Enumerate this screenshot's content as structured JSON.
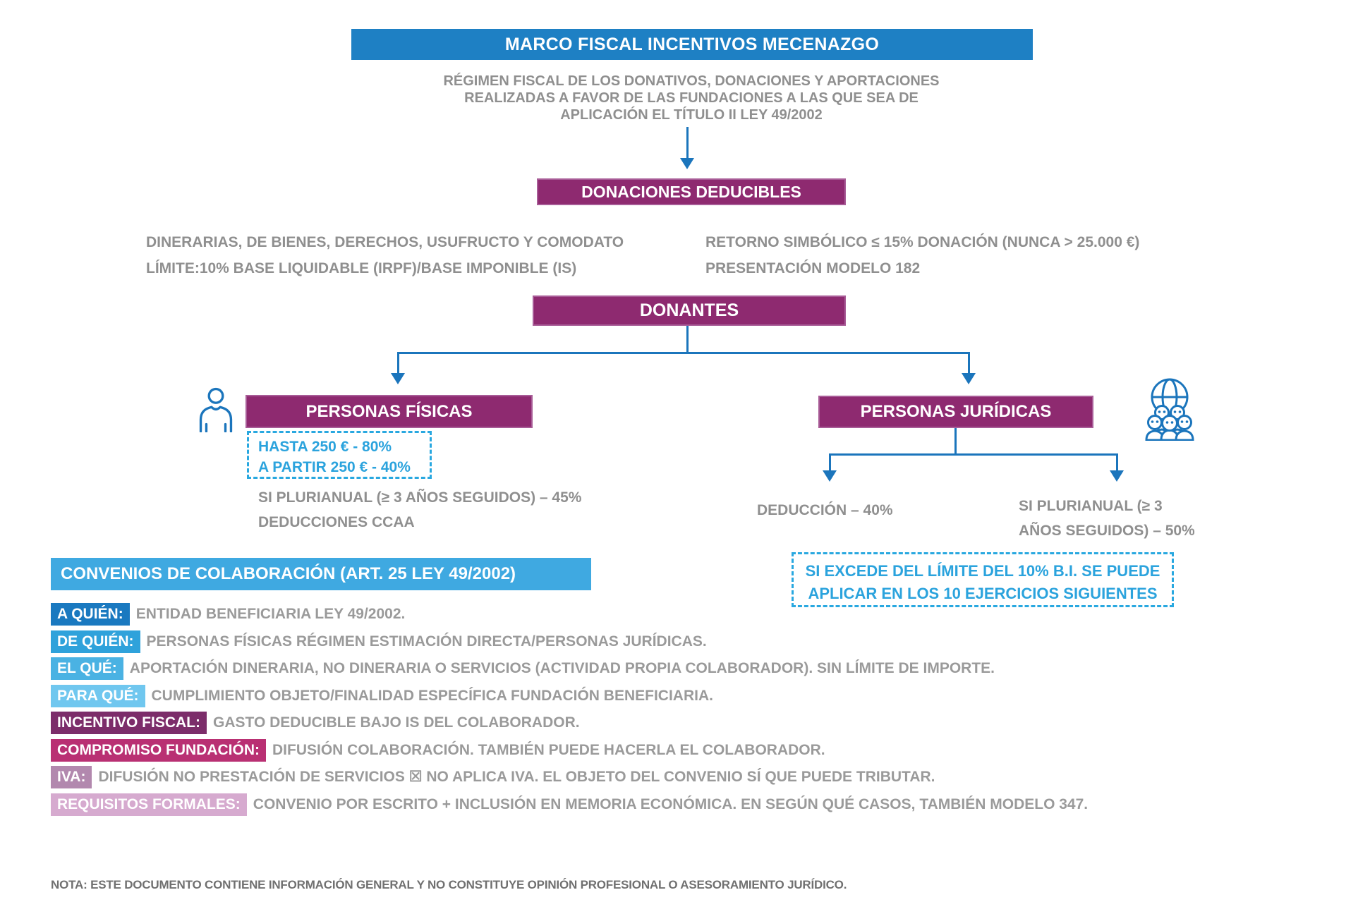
{
  "colors": {
    "brand_blue": "#1e80c4",
    "line_blue": "#1b75bc",
    "light_blue_header": "#3fa9e1",
    "dashed_blue": "#29a8e0",
    "purple_box": "#8e2a70",
    "gray_text": "#8f8f8f"
  },
  "header": {
    "title": "MARCO FISCAL INCENTIVOS MECENAZGO",
    "subtitle_line1": "RÉGIMEN FISCAL DE LOS DONATIVOS, DONACIONES Y APORTACIONES",
    "subtitle_line2": "REALIZADAS A FAVOR DE LAS FUNDACIONES A LAS QUE SEA DE",
    "subtitle_line3": "APLICACIÓN EL TÍTULO II LEY 49/2002"
  },
  "donaciones": {
    "box_label": "DONACIONES DEDUCIBLES",
    "left_line1": "DINERARIAS, DE BIENES, DERECHOS, USUFRUCTO Y COMODATO",
    "left_line2": "LÍMITE:10% BASE LIQUIDABLE (IRPF)/BASE IMPONIBLE (IS)",
    "right_line1": "RETORNO SIMBÓLICO ≤ 15% DONACIÓN (NUNCA > 25.000 €)",
    "right_line2": "PRESENTACIÓN MODELO 182"
  },
  "donantes": {
    "box_label": "DONANTES"
  },
  "personas_fisicas": {
    "box_label": "PERSONAS FÍSICAS",
    "icon": "person-icon",
    "dashed_line1": "HASTA 250 € - 80%",
    "dashed_line2": "A PARTIR 250 € - 40%",
    "extra_line1": "SI PLURIANUAL (≥ 3 AÑOS SEGUIDOS) – 45%",
    "extra_line2": "DEDUCCIONES CCAA"
  },
  "personas_juridicas": {
    "box_label": "PERSONAS JURÍDICAS",
    "icon": "organization-icon",
    "branch_left": "DEDUCCIÓN – 40%",
    "branch_right_line1": "SI PLURIANUAL (≥ 3",
    "branch_right_line2": "AÑOS SEGUIDOS) – 50%",
    "dashed_line1": "SI EXCEDE DEL LÍMITE DEL 10% B.I. SE PUEDE",
    "dashed_line2": "APLICAR EN LOS 10 EJERCICIOS SIGUIENTES"
  },
  "convenios": {
    "header": "CONVENIOS DE COLABORACIÓN (ART. 25 LEY 49/2002)",
    "rows": [
      {
        "label": "A QUIÉN:",
        "text": "ENTIDAD BENEFICIARIA LEY 49/2002.",
        "label_color": "#1a79c0"
      },
      {
        "label": "DE QUIÉN:",
        "text": "PERSONAS FÍSICAS RÉGIMEN ESTIMACIÓN DIRECTA/PERSONAS JURÍDICAS.",
        "label_color": "#2fa2db"
      },
      {
        "label": "EL QUÉ:",
        "text": "APORTACIÓN DINERARIA, NO DINERARIA O SERVICIOS (ACTIVIDAD PROPIA COLABORADOR). SIN LÍMITE DE IMPORTE.",
        "label_color": "#4ab2e3"
      },
      {
        "label": "PARA QUÉ:",
        "text": "CUMPLIMIENTO OBJETO/FINALIDAD ESPECÍFICA FUNDACIÓN BENEFICIARIA.",
        "label_color": "#70c7ef"
      },
      {
        "label": "INCENTIVO FISCAL:",
        "text": "GASTO DEDUCIBLE BAJO IS DEL COLABORADOR.",
        "label_color": "#7c2d6a"
      },
      {
        "label": "COMPROMISO FUNDACIÓN:",
        "text": "DIFUSIÓN COLABORACIÓN. TAMBIÉN PUEDE HACERLA EL COLABORADOR.",
        "label_color": "#b93073"
      },
      {
        "label": "IVA:",
        "text": "DIFUSIÓN NO PRESTACIÓN DE SERVICIOS ☒ NO APLICA IVA. EL OBJETO DEL CONVENIO SÍ QUE PUEDE TRIBUTAR.",
        "label_color": "#b288ae"
      },
      {
        "label": "REQUISITOS FORMALES:",
        "text": "CONVENIO POR ESCRITO + INCLUSIÓN EN MEMORIA ECONÓMICA. EN SEGÚN QUÉ CASOS, TAMBIÉN MODELO 347.",
        "label_color": "#d6aacf"
      }
    ]
  },
  "footer": {
    "note": "NOTA: ESTE DOCUMENTO CONTIENE INFORMACIÓN GENERAL Y NO CONSTITUYE OPINIÓN PROFESIONAL O ASESORAMIENTO JURÍDICO."
  }
}
